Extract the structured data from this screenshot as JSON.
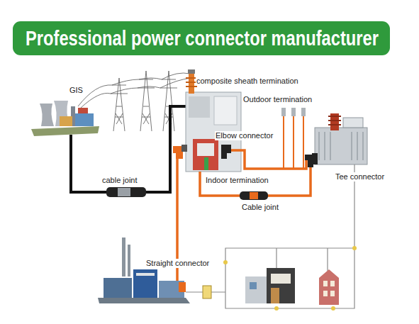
{
  "diagram": {
    "title": "Professional power connector manufacturer",
    "labels": [
      "GIS",
      "composite sheath termination",
      "Outdoor termination",
      "Elbow connector",
      "Indoor termination",
      "Tee connector",
      "cable joint",
      "Cable joint",
      "Straight connector"
    ]
  }
}
